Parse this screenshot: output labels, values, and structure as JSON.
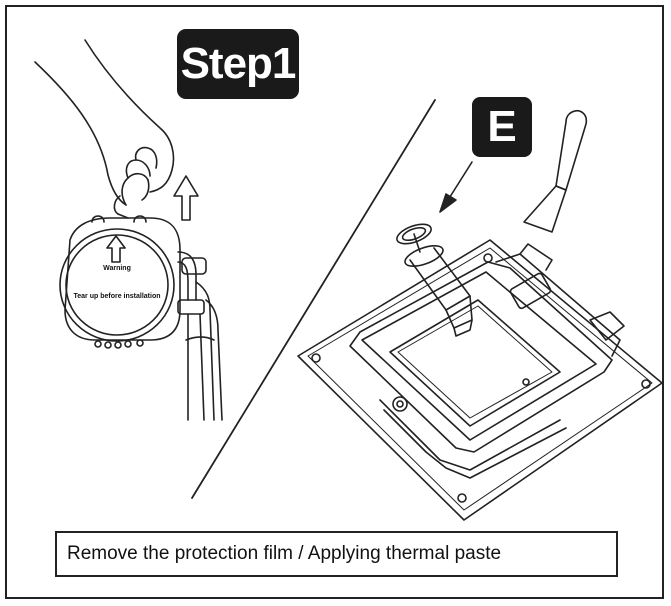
{
  "step_badge": "Step1",
  "label_badge": "E",
  "pump_label": {
    "line1": "Warning",
    "line2": "Tear up before installation"
  },
  "caption": "Remove the protection film / Applying thermal paste",
  "colors": {
    "ink": "#1a1a1a",
    "paper": "#ffffff"
  },
  "icons": {
    "up_arrow": "arrow-up-icon",
    "down_arrow": "arrow-down-icon"
  }
}
